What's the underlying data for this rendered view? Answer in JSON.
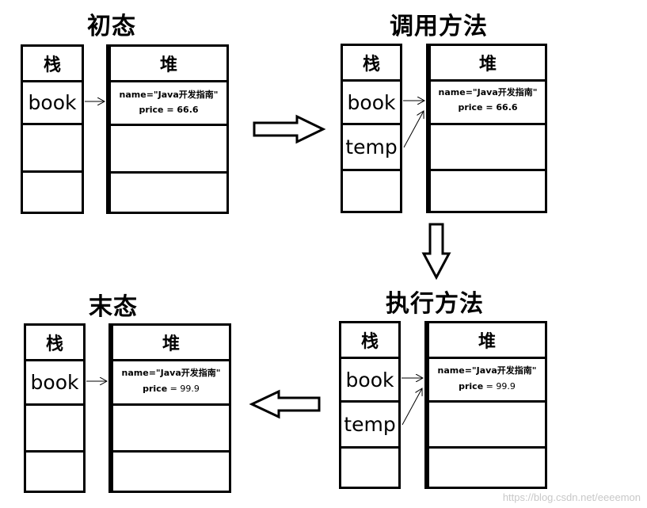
{
  "panels": {
    "initial": {
      "title": "初态",
      "stack_header": "栈",
      "heap_header": "堆",
      "vars": [
        "book"
      ],
      "object": {
        "name_line": "name=\"Java开发指南\"",
        "price_label": "price",
        "price_eq": " = ",
        "price_value": "66.6"
      }
    },
    "call": {
      "title": "调用方法",
      "stack_header": "栈",
      "heap_header": "堆",
      "vars": [
        "book",
        "temp"
      ],
      "object": {
        "name_line": "name=\"Java开发指南\"",
        "price_label": "price",
        "price_eq": " = ",
        "price_value": "66.6"
      }
    },
    "execute": {
      "title": "执行方法",
      "stack_header": "栈",
      "heap_header": "堆",
      "vars": [
        "book",
        "temp"
      ],
      "object": {
        "name_line": "name=\"Java开发指南\"",
        "price_label": "price",
        "price_eq": " = ",
        "price_value": "99.9"
      }
    },
    "final": {
      "title": "末态",
      "stack_header": "栈",
      "heap_header": "堆",
      "vars": [
        "book"
      ],
      "object": {
        "name_line": "name=\"Java开发指南\"",
        "price_label": "price",
        "price_eq": " = ",
        "price_value": "99.9"
      }
    }
  },
  "watermark": "https://blog.csdn.net/eeeemon"
}
